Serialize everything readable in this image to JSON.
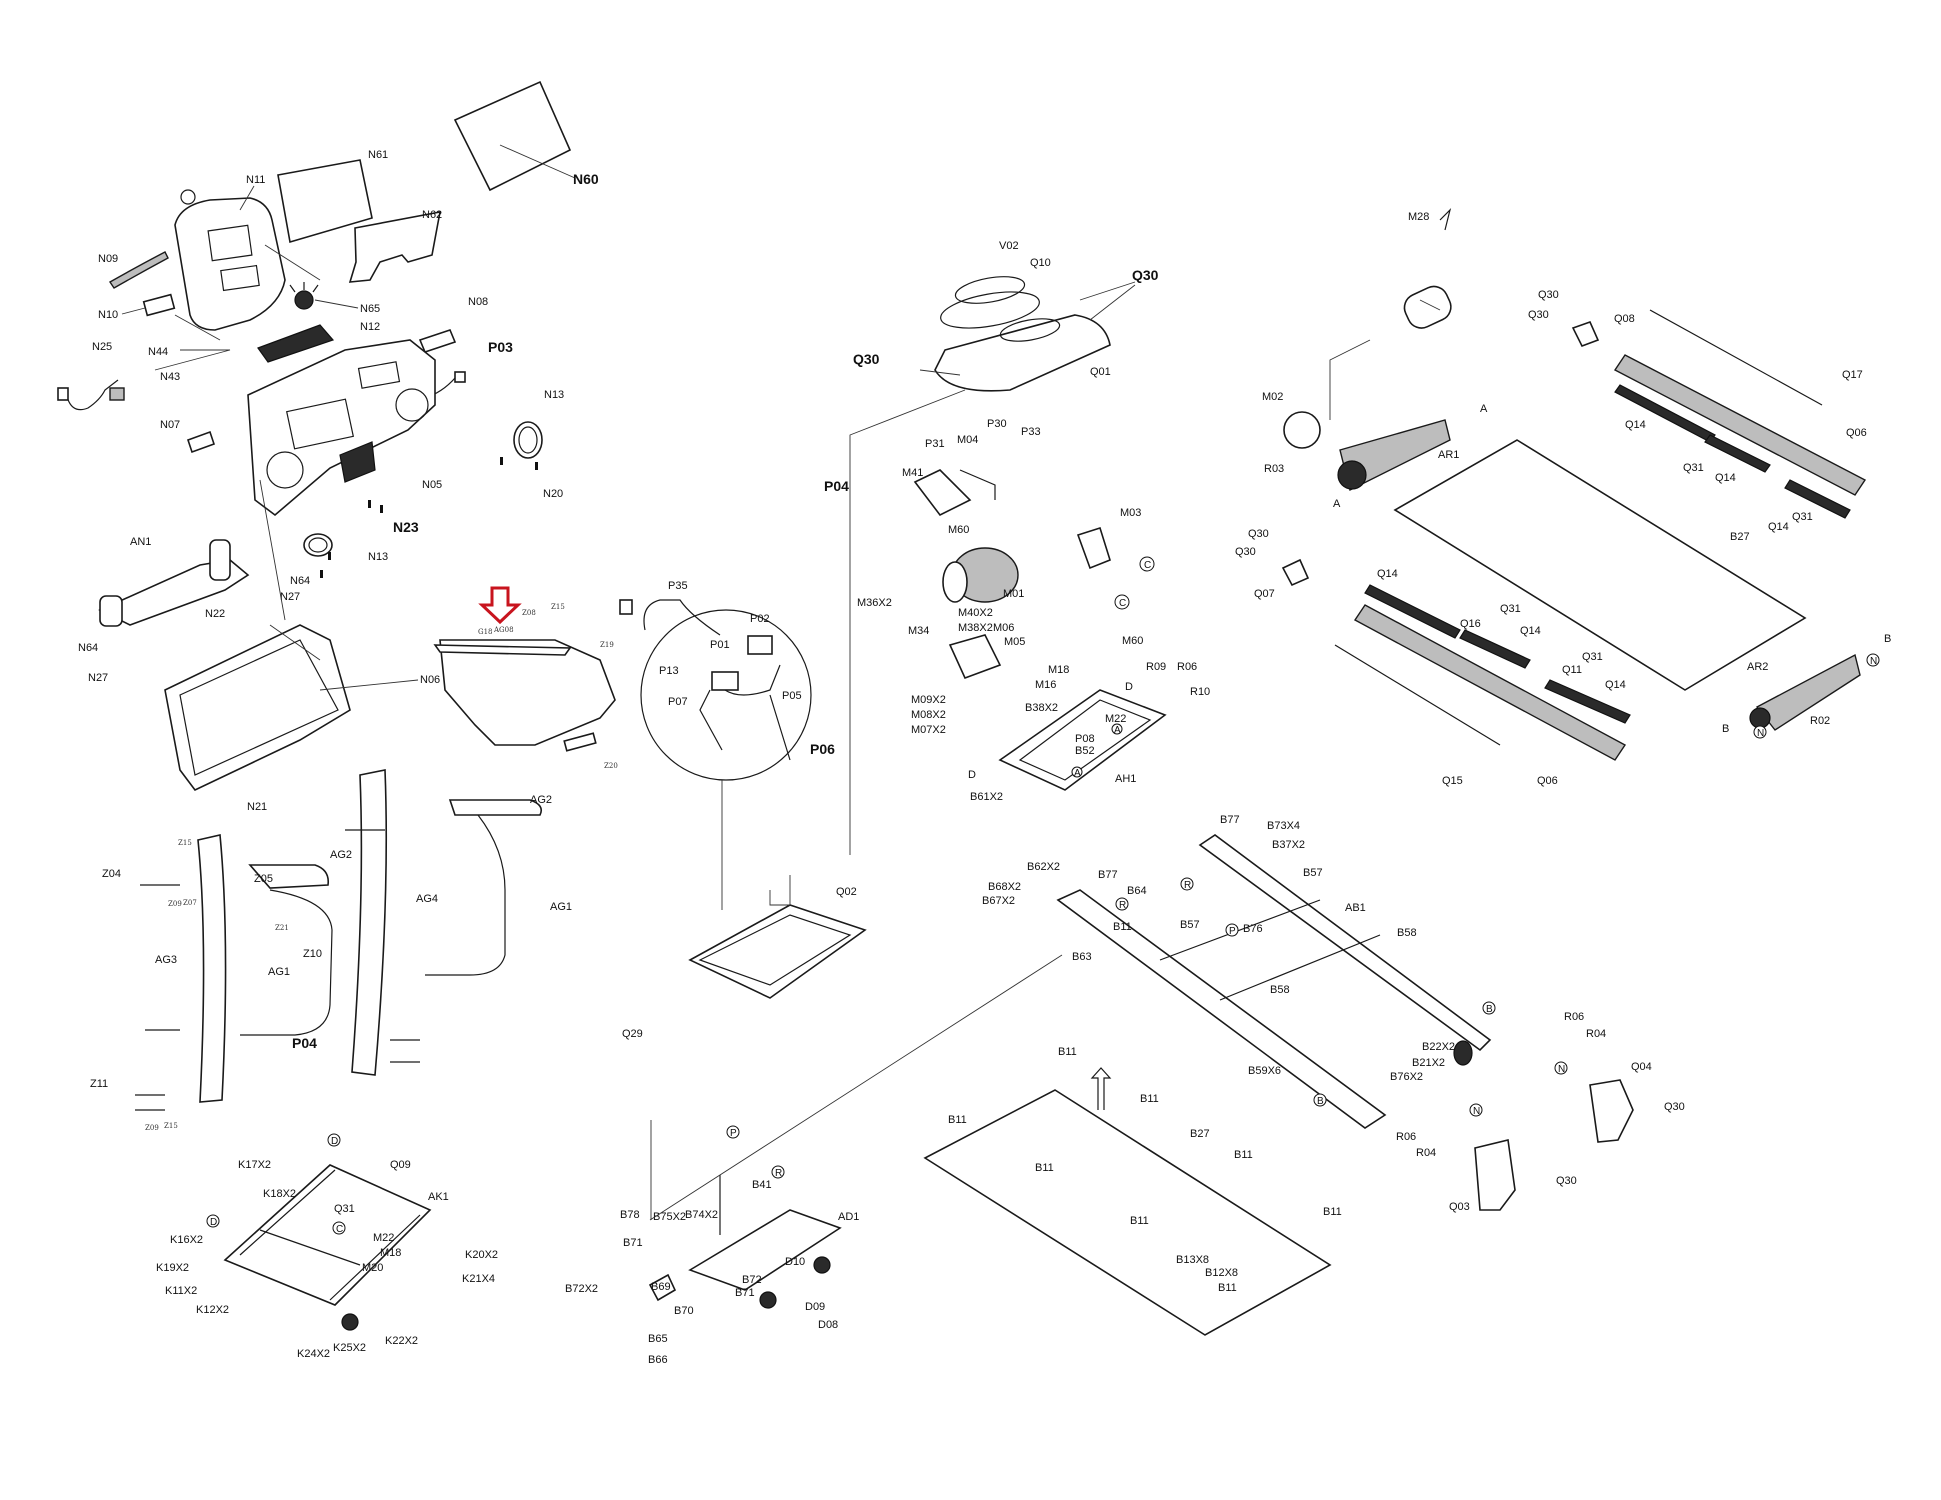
{
  "diagram": {
    "highlight_arrow_color": "#c8141e",
    "labels": {
      "N60": "N60",
      "N61": "N61",
      "N62": "N62",
      "N11": "N11",
      "N09": "N09",
      "N10": "N10",
      "N65": "N65",
      "N12": "N12",
      "N08": "N08",
      "N25": "N25",
      "N44": "N44",
      "N43": "N43",
      "P03": "P03",
      "N13a": "N13",
      "N07": "N07",
      "N05": "N05",
      "N20": "N20",
      "N23": "N23",
      "N13b": "N13",
      "AN1": "AN1",
      "N64a": "N64",
      "N27a": "N27",
      "N22": "N22",
      "N64b": "N64",
      "N27b": "N27",
      "N06": "N06",
      "N21": "N21",
      "G18": "G18",
      "AG08": "AG08",
      "Z08": "Z08",
      "Z15a": "Z15",
      "Z19": "Z19",
      "Z20": "Z20",
      "Z15b": "Z15",
      "Z04": "Z04",
      "Z05": "Z05",
      "Z09a": "Z09",
      "Z07": "Z07",
      "AG2a": "AG2",
      "AG2b": "AG2",
      "Z21": "Z21",
      "Z10": "Z10",
      "AG4": "AG4",
      "AG1a": "AG1",
      "AG1b": "AG1",
      "AG3": "AG3",
      "P04a": "P04",
      "Z11": "Z11",
      "Z09b": "Z09",
      "Z15c": "Z15",
      "K17X2": "K17X2",
      "Q09": "Q09",
      "K18X2": "K18X2",
      "AK1": "AK1",
      "Q31a": "Q31",
      "K16X2": "K16X2",
      "M22a": "M22",
      "M18a": "M18",
      "K20X2": "K20X2",
      "K19X2": "K19X2",
      "K11X2": "K11X2",
      "M20": "M20",
      "K21X4": "K21X4",
      "K12X2": "K12X2",
      "K22X2": "K22X2",
      "K24X2": "K24X2",
      "K25X2": "K25X2",
      "P35": "P35",
      "P02": "P02",
      "P01": "P01",
      "P13": "P13",
      "P07": "P07",
      "P05": "P05",
      "P06": "P06",
      "Q02": "Q02",
      "Q29": "Q29",
      "V02": "V02",
      "Q10": "Q10",
      "Q30a": "Q30",
      "Q30b": "Q30",
      "Q01": "Q01",
      "P04b": "P04",
      "M04": "M04",
      "P31": "P31",
      "P30": "P30",
      "P33": "P33",
      "M41": "M41",
      "M60a": "M60",
      "M03": "M03",
      "M01": "M01",
      "M36X2": "M36X2",
      "M40X2": "M40X2",
      "M34": "M34",
      "M38X2": "M38X2",
      "M06": "M06",
      "M05": "M05",
      "M60b": "M60",
      "M09X2": "M09X2",
      "M08X2": "M08X2",
      "M07X2": "M07X2",
      "M18b": "M18",
      "M16": "M16",
      "B38X2": "B38X2",
      "R09": "R09",
      "R06a": "R06",
      "R10": "R10",
      "M22b": "M22",
      "P08": "P08",
      "B52": "B52",
      "AH1": "AH1",
      "B61X2": "B61X2",
      "B77a": "B77",
      "B73X4": "B73X4",
      "B37X2": "B37X2",
      "B57a": "B57",
      "B62X2": "B62X2",
      "B68X2": "B68X2",
      "B67X2": "B67X2",
      "B77b": "B77",
      "B64": "B64",
      "B11a": "B11",
      "B57b": "B57",
      "B76": "B76",
      "AB1": "AB1",
      "B58a": "B58",
      "B63": "B63",
      "B58b": "B58",
      "B59X6": "B59X6",
      "B22X2": "B22X2",
      "B21X2": "B21X2",
      "B76X2": "B76X2",
      "R06b": "R06",
      "R04a": "R04",
      "R06c": "R06",
      "R04b": "R04",
      "Q04": "Q04",
      "Q30c": "Q30",
      "Q03": "Q03",
      "Q30d": "Q30",
      "B11b": "B11",
      "B11c": "B11",
      "B11d": "B11",
      "B27a": "B27",
      "B11e": "B11",
      "B11f": "B11",
      "B11g": "B11",
      "B11h": "B11",
      "B13X8": "B13X8",
      "B12X8": "B12X8",
      "B11i": "B11",
      "B78": "B78",
      "B75X2": "B75X2",
      "B74X2": "B74X2",
      "B41": "B41",
      "AD1": "AD1",
      "B71a": "B71",
      "B72X2": "B72X2",
      "D10": "D10",
      "B69": "B69",
      "B72": "B72",
      "B71b": "B71",
      "D09": "D09",
      "B70": "B70",
      "D08": "D08",
      "B65": "B65",
      "B66": "B66",
      "M28": "M28",
      "Q30e": "Q30",
      "Q30f": "Q30",
      "Q08": "Q08",
      "Q17": "Q17",
      "M02": "M02",
      "Q14a": "Q14",
      "Q06a": "Q06",
      "R03": "R03",
      "AR1": "AR1",
      "Q31b": "Q31",
      "Q14b": "Q14",
      "Q31c": "Q31",
      "Q14c": "Q14",
      "B27b": "B27",
      "Q30g": "Q30",
      "Q30h": "Q30",
      "Q07": "Q07",
      "Q14d": "Q14",
      "Q31d": "Q31",
      "Q16": "Q16",
      "Q14e": "Q14",
      "Q31e": "Q31",
      "Q11": "Q11",
      "Q14f": "Q14",
      "AR2": "AR2",
      "R02": "R02",
      "Q15": "Q15",
      "Q06b": "Q06"
    },
    "circle_markers": {
      "A": "A",
      "B": "B",
      "C": "C",
      "D": "D",
      "N": "N",
      "P": "P",
      "R": "R"
    },
    "letters": {
      "A": "A",
      "B": "B",
      "C": "C",
      "D": "D"
    }
  }
}
